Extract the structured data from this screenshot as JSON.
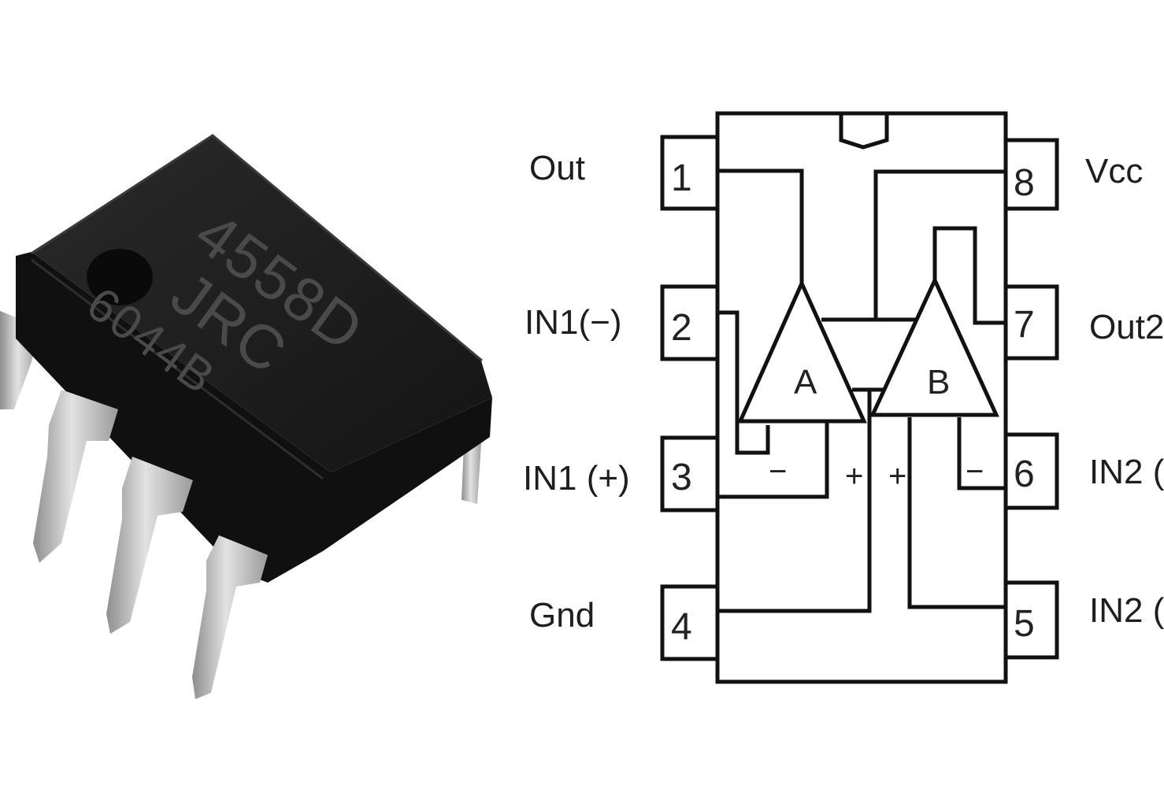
{
  "title": "4558D dual op-amp IC pinout",
  "chip_photo": {
    "marking_lines": [
      "4558D",
      "JRC",
      "6044B"
    ],
    "package": "DIP-8"
  },
  "pinout": {
    "left_pins": [
      {
        "number": "1",
        "label": "Out"
      },
      {
        "number": "2",
        "label": "IN1(−)"
      },
      {
        "number": "3",
        "label": "IN1 (+)"
      },
      {
        "number": "4",
        "label": "Gnd"
      }
    ],
    "right_pins": [
      {
        "number": "8",
        "label": "Vcc"
      },
      {
        "number": "7",
        "label": "Out2"
      },
      {
        "number": "6",
        "label": "IN2 ("
      },
      {
        "number": "5",
        "label": "IN2 ("
      }
    ],
    "amplifiers": [
      {
        "name": "A",
        "inputs": {
          "minus": "−",
          "plus": "+"
        }
      },
      {
        "name": "B",
        "inputs": {
          "minus": "−",
          "plus": "+"
        }
      }
    ]
  },
  "colors": {
    "line": "#111111",
    "chip_body": "#1c1c1c",
    "pin_metal": "#c9c9c9",
    "marking": "#5a5a5a"
  }
}
